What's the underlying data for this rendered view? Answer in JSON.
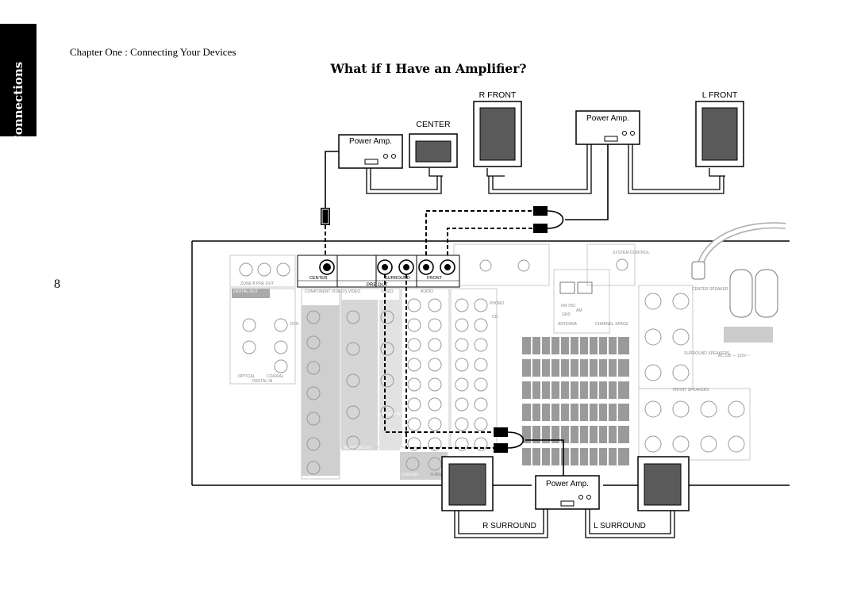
{
  "side_tab": {
    "label": "Connections"
  },
  "header": {
    "chapter": "Chapter One : Connecting Your Devices"
  },
  "page": {
    "number": "8"
  },
  "title": "What if I Have an Amplifier?",
  "speakers": {
    "r_front": "R FRONT",
    "l_front": "L FRONT",
    "center": "CENTER",
    "r_surround": "R SURROUND",
    "l_surround": "L SURROUND"
  },
  "power_amp_label": "Power Amp.",
  "receiver": {
    "preout_label": "PRE OUT",
    "center_label": "CENTER",
    "surround_label": "SURROUND",
    "front_label": "FRONT",
    "digital_out": "DIGITAL OUT",
    "zone_preout": "ZONE B PRE OUT",
    "component": "COMPONENT VIDEO",
    "s_video": "S VIDEO",
    "video": "VIDEO",
    "audio": "AUDIO",
    "phono": "PHONO",
    "cd": "CD",
    "dvd": "DVD",
    "fm": "FM 75Ω",
    "am": "AM",
    "gnd": "GND",
    "antenna": "ANTENNA",
    "channel_space": "CHANNEL SPACE",
    "system_control": "SYSTEM CONTROL",
    "front_speakers": "FRONT SPEAKERS",
    "center_speaker": "CENTER SPEAKER",
    "surround_speakers": "SURROUND SPEAKERS",
    "ac": "AC 110 — 120V ~",
    "optical": "OPTICAL",
    "coaxial": "COAXIAL",
    "digital_in": "DIGITAL IN",
    "monitor_out": "MONITOR OUT",
    "subwoofer": "SUBWOOFER",
    "dvd_6ch": "DVD 6CH INPUT",
    "center_bottom": "CENTER"
  },
  "colors": {
    "tab_bg": "#000000",
    "panel_gray": "#c8c8c8",
    "speaker_fill": "#5a5a5a"
  }
}
